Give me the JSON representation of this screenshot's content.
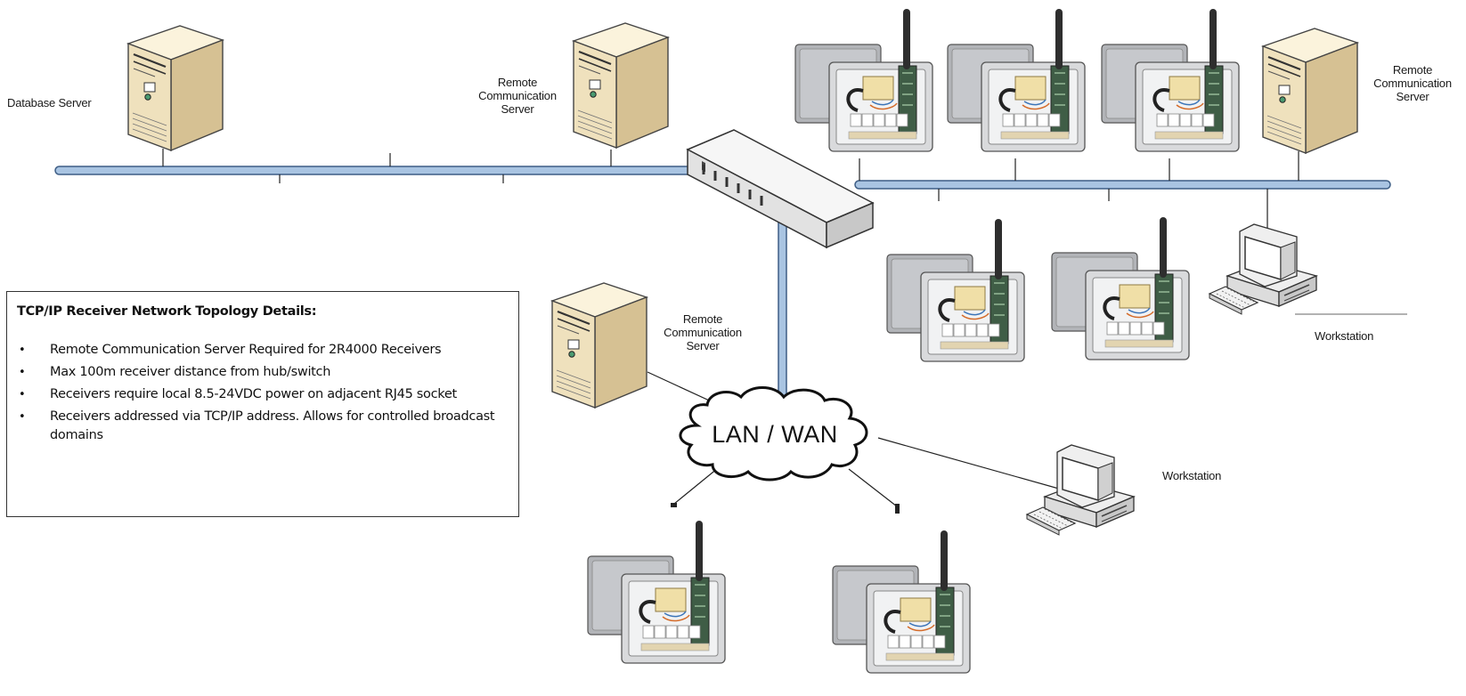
{
  "labels": {
    "database_server": "Database Server",
    "remote_server_top": [
      "Remote",
      "Communication",
      "Server"
    ],
    "remote_server_right": [
      "Remote",
      "Communication",
      "Server"
    ],
    "remote_server_mid": [
      "Remote",
      "Communication",
      "Server"
    ],
    "workstation_right": "Workstation",
    "workstation_lower": "Workstation",
    "cloud": "LAN / WAN"
  },
  "details": {
    "title": "TCP/IP Receiver Network Topology Details:",
    "items": [
      "Remote Communication Server Required for 2R4000 Receivers",
      "Max 100m receiver distance from hub/switch",
      "Receivers require local 8.5-24VDC power on adjacent RJ45 socket",
      "Receivers addressed via TCP/IP address. Allows for controlled broadcast domains"
    ]
  },
  "colors": {
    "backbone": "#a9c4e2",
    "backbone_stroke": "#3d5d85",
    "server_case": "#efe1bd",
    "receiver_body": "#d9dadc"
  }
}
